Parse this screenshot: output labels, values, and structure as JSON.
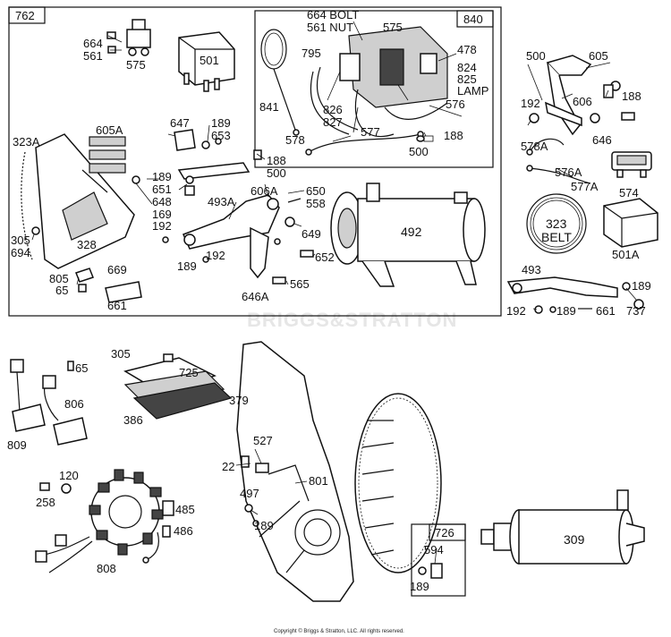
{
  "watermark": "BRIGGS&STRATTON",
  "copyright": "Copyright © Briggs & Stratton, LLC. All rights reserved.",
  "boxes": {
    "main": "762",
    "inner": "840",
    "flywheel": "726"
  },
  "labels": {
    "l664_bolt": "664 BOLT",
    "l561_nut": "561 NUT",
    "l575a": "575",
    "l478": "478",
    "l795": "795",
    "l824": "824",
    "l825_lamp": "825",
    "l_lamp": "LAMP",
    "l841": "841",
    "l826": "826",
    "l827": "827",
    "l576": "576",
    "l578": "578",
    "l577": "577",
    "l500a": "500",
    "l188a": "188",
    "l664": "664",
    "l561": "561",
    "l575": "575",
    "l501": "501",
    "l323a": "323A",
    "l605a": "605A",
    "l647": "647",
    "l189a": "189",
    "l653": "653",
    "l188b": "188",
    "l500b": "500",
    "l189b": "189",
    "l651": "651",
    "l648": "648",
    "l169": "169",
    "l606a": "606A",
    "l650": "650",
    "l558": "558",
    "l493a": "493A",
    "l192a": "192",
    "l192b": "192",
    "l189c": "189",
    "l649": "649",
    "l652": "652",
    "l305a": "305",
    "l694": "694",
    "l328": "328",
    "l805": "805",
    "l65a": "65",
    "l669": "669",
    "l661a": "661",
    "l646a": "646A",
    "l565": "565",
    "l492": "492",
    "l500c": "500",
    "l605": "605",
    "l192c": "192",
    "l606": "606",
    "l188c": "188",
    "l578a": "578A",
    "l646": "646",
    "l576a": "576A",
    "l577a": "577A",
    "l574": "574",
    "l323_belt_num": "323",
    "l323_belt_word": "BELT",
    "l501a": "501A",
    "l493": "493",
    "l189d": "189",
    "l192d": "192",
    "l189e": "189",
    "l661b": "661",
    "l737": "737",
    "l305b": "305",
    "l725": "725",
    "l379": "379",
    "l386": "386",
    "l65b": "65",
    "l806": "806",
    "l809": "809",
    "l120": "120",
    "l258": "258",
    "l485": "485",
    "l486": "486",
    "l808": "808",
    "l527": "527",
    "l22": "22",
    "l801": "801",
    "l497": "497",
    "l189f": "189",
    "l594": "594",
    "l189g": "189",
    "l309": "309"
  }
}
